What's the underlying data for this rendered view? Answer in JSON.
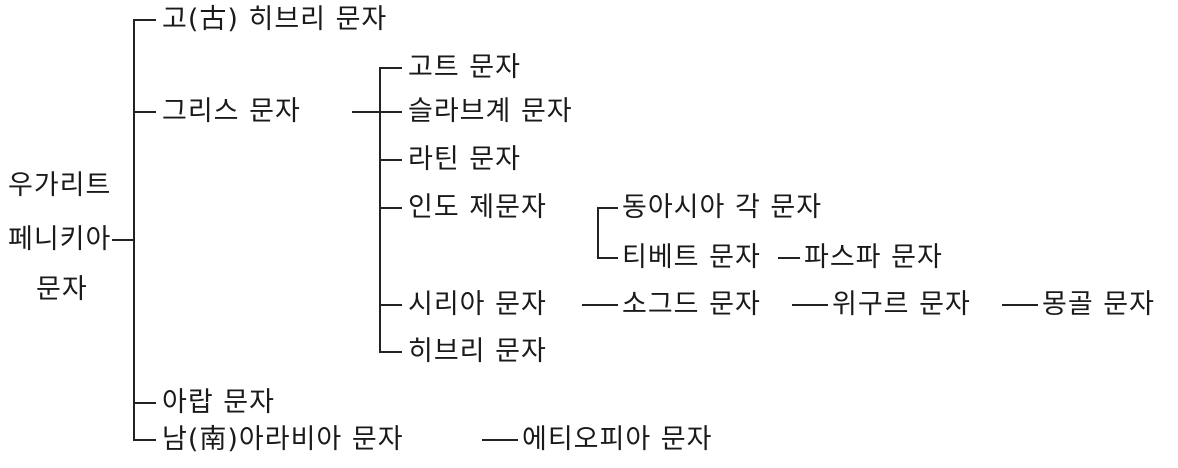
{
  "root": {
    "line1": "우가리트",
    "line2": "페니키아",
    "line3": "문자"
  },
  "level1": [
    "고(古) 히브리 문자",
    "그리스 문자",
    "아랍 문자",
    "남(南)아라비아 문자"
  ],
  "greek_children": [
    "고트 문자",
    "슬라브계 문자",
    "라틴 문자",
    "인도 제문자",
    "시리아 문자",
    "히브리 문자"
  ],
  "indic_children": [
    "동아시아 각 문자",
    "티베트 문자"
  ],
  "tibetan_next": "파스파 문자",
  "syriac_chain": [
    "소그드 문자",
    "위구르 문자",
    "몽골 문자"
  ],
  "south_arabian_next": "에티오피아 문자"
}
